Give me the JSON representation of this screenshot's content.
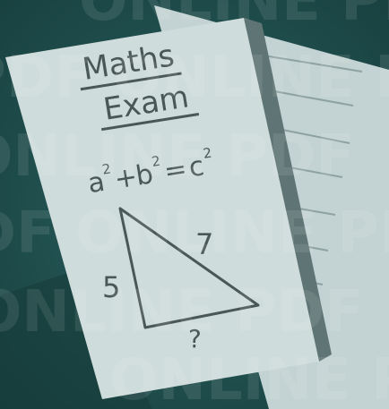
{
  "illustration": {
    "title_line1": "Maths",
    "title_line2": "Exam",
    "formula": {
      "a": "a",
      "plus": "+",
      "b": "b",
      "equals": "=",
      "c": "c",
      "exp": "2"
    },
    "triangle": {
      "side_left": "5",
      "side_hypotenuse": "7",
      "side_bottom": "?"
    }
  },
  "watermark": {
    "text_a": "ONLINE PDF",
    "text_b": "PDF ONLINE PDF"
  },
  "colors": {
    "background": "#1e4c4b",
    "paper_front": "#cfdcdc",
    "paper_back": "#c5d3d3",
    "ink": "#4a5757",
    "watermark": "#ffffff"
  }
}
